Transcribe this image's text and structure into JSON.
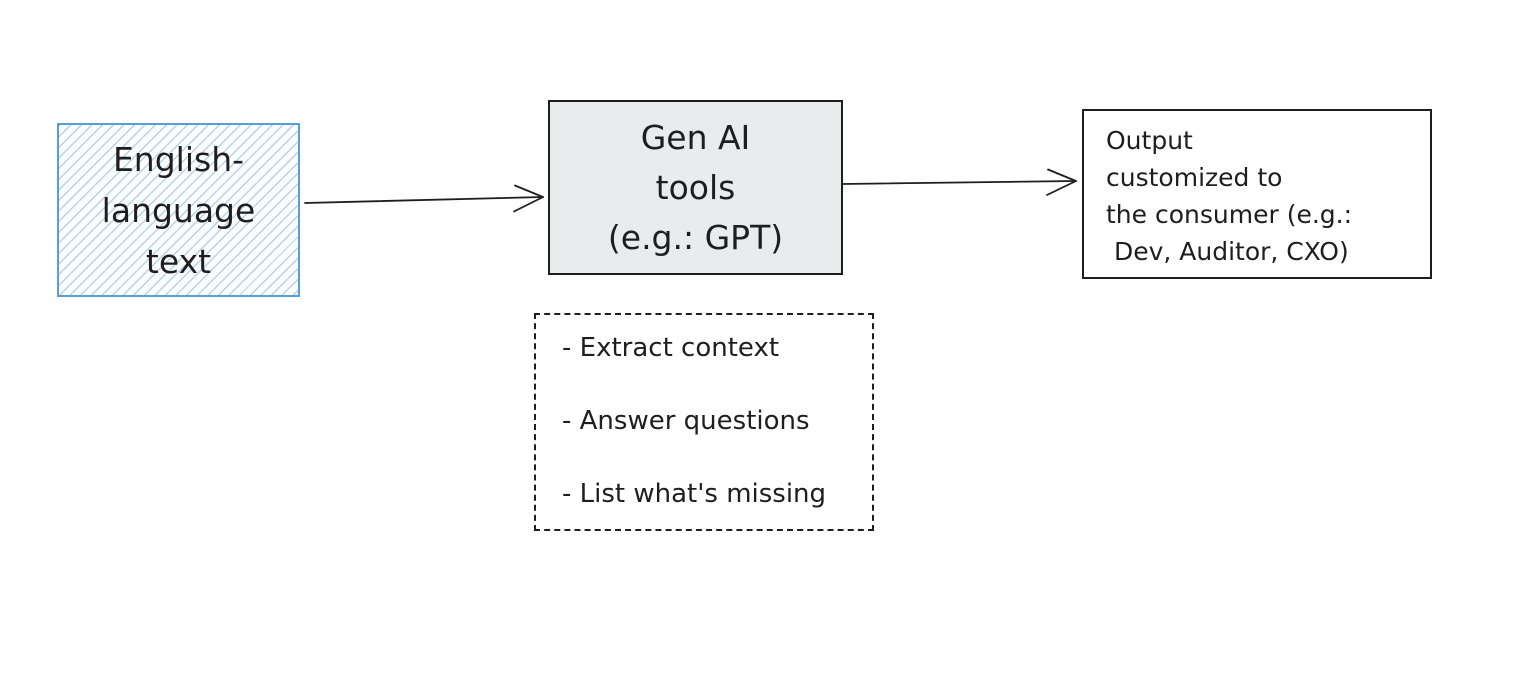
{
  "colors": {
    "background": "#ffffff",
    "ink": "#1e1e1e",
    "input_box_stroke": "#55a0da",
    "input_box_hatch": "#a5c9e8",
    "genai_box_fill": "#e9eced",
    "output_box_fill": "#ffffff",
    "arrow": "#1e1e1e"
  },
  "nodes": {
    "input": {
      "lines": [
        "English-",
        "language",
        "text"
      ]
    },
    "genai": {
      "lines": [
        "Gen AI",
        "tools",
        "(e.g.: GPT)"
      ]
    },
    "output": {
      "lines": [
        "Output",
        "customized to",
        "the consumer (e.g.:",
        " Dev, Auditor, CXO)"
      ]
    },
    "capabilities": {
      "items": [
        "- Extract context",
        "- Answer questions",
        "- List what's missing"
      ]
    }
  }
}
